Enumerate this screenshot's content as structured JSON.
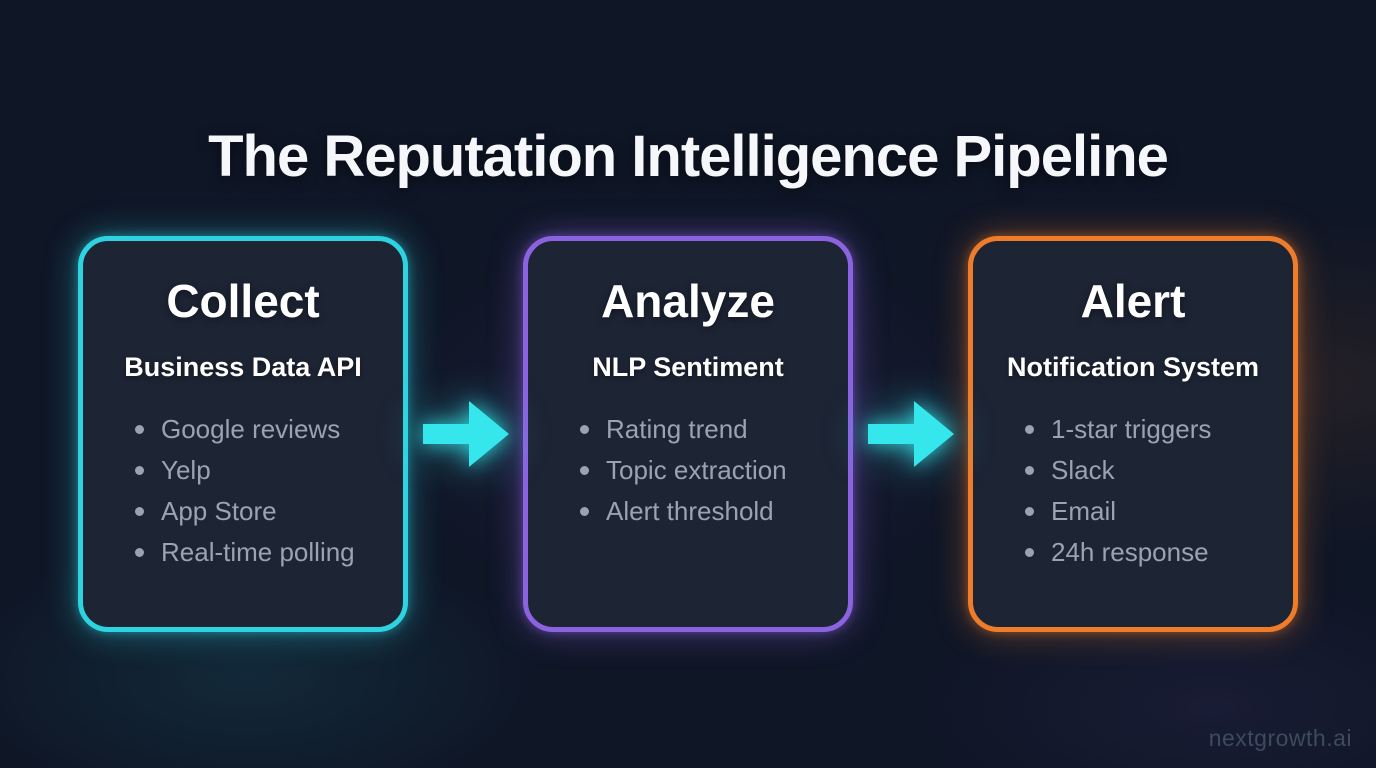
{
  "title": "The Reputation Intelligence Pipeline",
  "watermark": "nextgrowth.ai",
  "colors": {
    "background": "#0f1626",
    "card_bg": "#1d2434",
    "title_text": "#f5f7fb",
    "body_text": "#9aa3b2",
    "arrow": "#35e6ec",
    "watermark_text": "#3d4a5f"
  },
  "stages": [
    {
      "title": "Collect",
      "subtitle": "Business Data API",
      "accent": "#2ed3e2",
      "glow": "rgba(46,211,226,0.42)",
      "items": [
        "Google reviews",
        "Yelp",
        "App Store",
        "Real-time polling"
      ]
    },
    {
      "title": "Analyze",
      "subtitle": "NLP Sentiment",
      "accent": "#8b63e0",
      "glow": "rgba(139,99,224,0.45)",
      "items": [
        "Rating trend",
        "Topic extraction",
        "Alert threshold"
      ]
    },
    {
      "title": "Alert",
      "subtitle": "Notification System",
      "accent": "#ee7c2b",
      "glow": "rgba(238,124,43,0.42)",
      "items": [
        "1-star triggers",
        "Slack",
        "Email",
        "24h response"
      ]
    }
  ]
}
